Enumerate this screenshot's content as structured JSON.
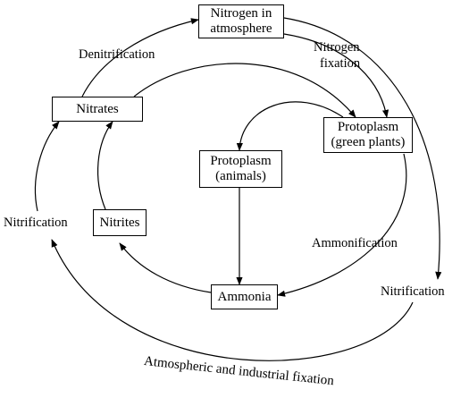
{
  "diagram": {
    "nodes": {
      "atmosphere": {
        "line1": "Nitrogen in",
        "line2": "atmosphere"
      },
      "nitrates": {
        "label": "Nitrates"
      },
      "green_plants": {
        "line1": "Protoplasm",
        "line2": "(green plants)"
      },
      "animals": {
        "line1": "Protoplasm",
        "line2": "(animals)"
      },
      "nitrites": {
        "label": "Nitrites"
      },
      "ammonia": {
        "label": "Ammonia"
      }
    },
    "labels": {
      "denitrification": "Denitrification",
      "nitrogen_fixation_1": "Nitrogen",
      "nitrogen_fixation_2": "fixation",
      "nitrification_left": "Nitrification",
      "ammonification": "Ammonification",
      "nitrification_right": "Nitrification",
      "atmospheric_fixation": "Atmospheric and industrial fixation"
    },
    "edges": [
      {
        "from": "nitrates",
        "to": "atmosphere",
        "label": "Denitrification"
      },
      {
        "from": "atmosphere",
        "to": "green_plants",
        "label": "Nitrogen fixation"
      },
      {
        "from": "nitrates",
        "to": "green_plants"
      },
      {
        "from": "green_plants",
        "to": "animals"
      },
      {
        "from": "animals",
        "to": "ammonia"
      },
      {
        "from": "green_plants",
        "to": "ammonia",
        "label": "Ammonification"
      },
      {
        "from": "ammonia",
        "to": "nitrites"
      },
      {
        "from": "nitrites",
        "to": "nitrates"
      },
      {
        "from": "atmosphere",
        "to": "nitrification_right"
      },
      {
        "from": "nitrification_right",
        "to": "nitrification_left",
        "label": "Atmospheric and industrial fixation"
      },
      {
        "from": "nitrification_left",
        "to": "nitrates"
      }
    ]
  }
}
